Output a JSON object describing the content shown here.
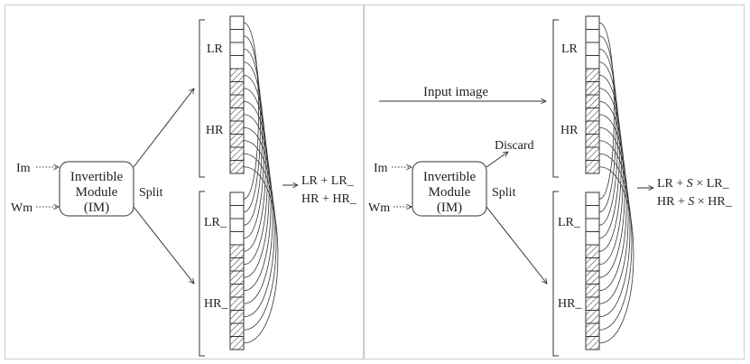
{
  "left_panel": {
    "input_im": "Im",
    "input_wm": "Wm",
    "module": {
      "line1": "Invertible",
      "line2": "Module",
      "line3": "(IM)"
    },
    "split_label": "Split",
    "block_top_lr": "LR",
    "block_top_hr": "HR",
    "block_bottom_lr": "LR_",
    "block_bottom_hr": "HR_",
    "result_line1": "LR + LR_",
    "result_line2": "HR + HR_"
  },
  "right_panel": {
    "input_image": "Input image",
    "discard_label": "Discard",
    "input_im": "Im",
    "input_wm": "Wm",
    "module": {
      "line1": "Invertible",
      "line2": "Module",
      "line3": "(IM)"
    },
    "split_label": "Split",
    "block_top_lr": "LR",
    "block_top_hr": "HR",
    "block_bottom_lr": "LR_",
    "block_bottom_hr": "HR_",
    "result_line1_a": "LR + ",
    "result_line1_s": "S",
    "result_line1_b": " × LR_",
    "result_line2_a": "HR + ",
    "result_line2_s": "S",
    "result_line2_b": " × HR_"
  },
  "colors": {
    "stroke": "#333333",
    "frame": "#cccccc",
    "hatch": "#555555"
  }
}
